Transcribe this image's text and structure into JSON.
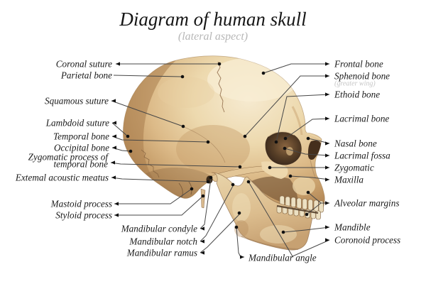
{
  "title": "Diagram of human skull",
  "subtitle": "(lateral aspect)",
  "colors": {
    "line": "#474747",
    "dot": "#101010",
    "title": "#161616",
    "subtitle": "#b7b7b7",
    "label": "#1b1b1b",
    "sub_label": "#c6c6c6",
    "bone_light": "#f5e8c8",
    "bone_mid": "#d9b888",
    "bone_dark": "#a87c4e",
    "cavity_dark": "#3f2d1d"
  },
  "labels": {
    "left": [
      {
        "id": "coronal-suture",
        "text": "Coronal suture"
      },
      {
        "id": "parietal-bone",
        "text": "Parietal bone"
      },
      {
        "id": "squamous-suture",
        "text": "Squamous suture"
      },
      {
        "id": "lambdoid-suture",
        "text": "Lambdoid suture"
      },
      {
        "id": "temporal-bone",
        "text": "Temporal bone"
      },
      {
        "id": "occipital-bone",
        "text": "Occipital bone"
      },
      {
        "id": "zygomatic-process",
        "text": "Zygomatic process of",
        "text2": "temporal bone"
      },
      {
        "id": "external-acoustic-meatus",
        "text": "Extemal acoustic meatus"
      },
      {
        "id": "mastoid-process",
        "text": "Mastoid process"
      },
      {
        "id": "styloid-process",
        "text": "Styloid process"
      },
      {
        "id": "mandibular-condyle",
        "text": "Mandibular condyle"
      },
      {
        "id": "mandibular-notch",
        "text": "Mandibular notch"
      },
      {
        "id": "mandibular-ramus",
        "text": "Mandibular ramus"
      }
    ],
    "right": [
      {
        "id": "frontal-bone",
        "text": "Frontal bone"
      },
      {
        "id": "sphenoid-bone",
        "text": "Sphenoid bone",
        "sub": "(greater wing)"
      },
      {
        "id": "ethoid-bone",
        "text": "Ethoid bone"
      },
      {
        "id": "lacrimal-bone",
        "text": "Lacrimal bone"
      },
      {
        "id": "nasal-bone",
        "text": "Nasal bone"
      },
      {
        "id": "lacrimal-fossa",
        "text": "Lacrimal fossa"
      },
      {
        "id": "zygomatic",
        "text": "Zygomatic"
      },
      {
        "id": "maxilla",
        "text": "Maxilla"
      },
      {
        "id": "alveolar-margins",
        "text": "Alveolar margins"
      },
      {
        "id": "mandible",
        "text": "Mandible"
      },
      {
        "id": "coronoid-process",
        "text": "Coronoid process"
      }
    ],
    "bottom": [
      {
        "id": "mandibular-angle",
        "text": "Mandibular angle"
      }
    ]
  }
}
